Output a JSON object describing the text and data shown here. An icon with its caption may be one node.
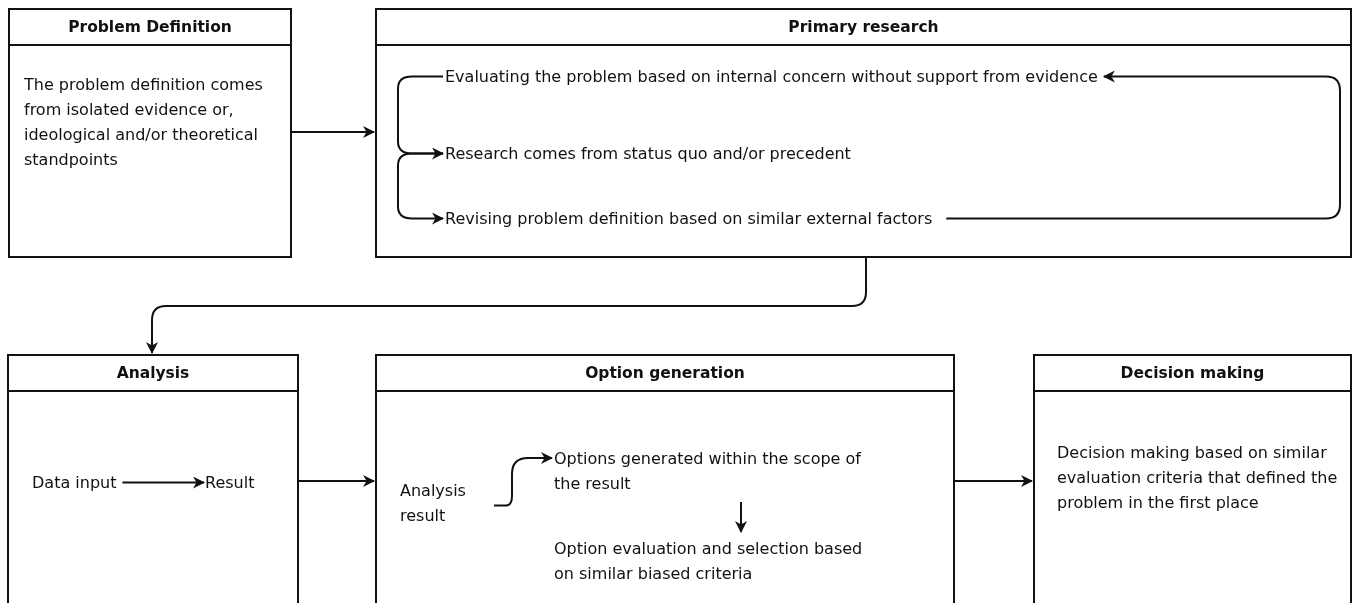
{
  "diagram": {
    "nodes": [
      {
        "text": [
          "Problem Definition",
          "The problem definition comes from isolated evidence or, ideological and/or theoretical standpoints"
        ]
      },
      {
        "text": [
          "Primary research"
        ]
      },
      {
        "text": [
          "Evaluating the problem based on internal concern without support from evidence"
        ],
        "in": 1
      },
      {
        "text": [
          "Research comes from status quo and/or precedent"
        ],
        "in": 1
      },
      {
        "text": [
          "Revising problem definition based on similar external factors"
        ],
        "in": 1
      },
      {
        "text": [
          "Analysis"
        ]
      },
      {
        "text": [
          "Data input"
        ],
        "in": 5
      },
      {
        "text": [
          "Result"
        ],
        "in": 5
      },
      {
        "text": [
          "Option generation"
        ]
      },
      {
        "text": [
          "Analysis result"
        ],
        "in": 8
      },
      {
        "text": [
          "Options generated within the scope of the result"
        ],
        "in": 8
      },
      {
        "text": [
          "Option evaluation and selection based on similar biased criteria"
        ],
        "in": 8
      },
      {
        "text": [
          "Decision making",
          "Decision making based on similar evaluation criteria that defined the problem in the first place"
        ]
      }
    ],
    "edges": [
      {
        "from": 0,
        "to": 1,
        "arrow": "to"
      },
      {
        "from": 2,
        "to": 3,
        "arrow": "to"
      },
      {
        "from": 3,
        "to": 4,
        "arrow": "to"
      },
      {
        "from": 4,
        "to": 2,
        "arrow": "to"
      },
      {
        "from": 1,
        "to": 5,
        "arrow": "to"
      },
      {
        "from": 6,
        "to": 7,
        "arrow": "to"
      },
      {
        "from": 5,
        "to": 8,
        "arrow": "to"
      },
      {
        "from": 9,
        "to": 10,
        "arrow": "to"
      },
      {
        "from": 10,
        "to": 11,
        "arrow": "to"
      },
      {
        "from": 8,
        "to": 12,
        "arrow": "to"
      }
    ]
  }
}
